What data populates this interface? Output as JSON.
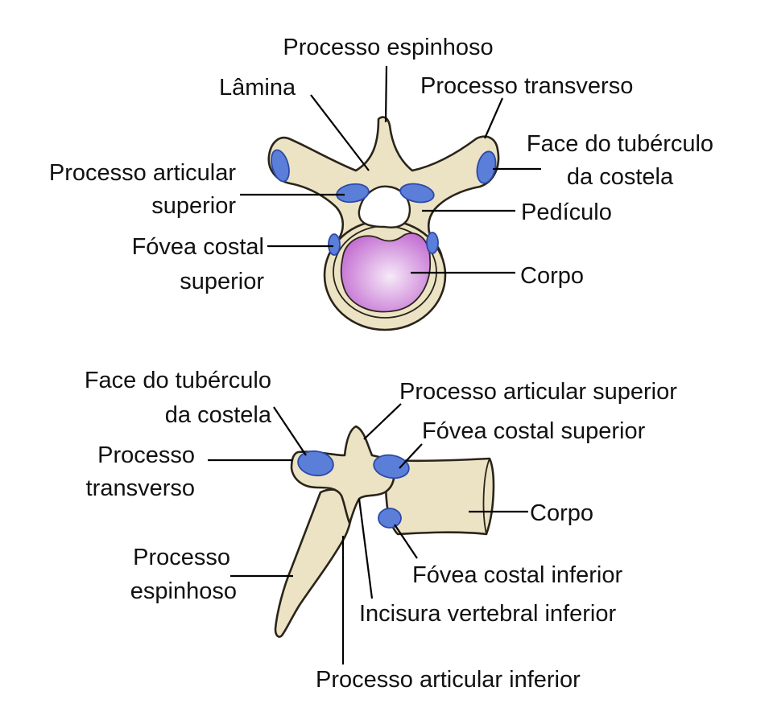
{
  "colors": {
    "bone": "#ece3c4",
    "outline": "#2a241a",
    "facet": "#5b7fd9",
    "disc": "#c46fd2",
    "disc_center": "#f6e9f8",
    "text": "#111111"
  },
  "top_view": {
    "labels": {
      "processo_espinhoso": "Processo espinhoso",
      "lamina": "Lâmina",
      "processo_transverso": "Processo transverso",
      "face_tuberculo_l1": "Face do tubérculo",
      "face_tuberculo_l2": "da costela",
      "processo_articular_l1": "Processo articular",
      "processo_articular_l2": "superior",
      "pediculo": "Pedículo",
      "fovea_l1": "Fóvea costal",
      "fovea_l2": "superior",
      "corpo": "Corpo"
    }
  },
  "side_view": {
    "labels": {
      "face_tuberculo_l1": "Face do tubérculo",
      "face_tuberculo_l2": "da costela",
      "processo_articular_superior": "Processo articular superior",
      "fovea_costal_superior": "Fóvea costal superior",
      "processo_transverso_l1": "Processo",
      "processo_transverso_l2": "transverso",
      "corpo": "Corpo",
      "processo_espinhoso_l1": "Processo",
      "processo_espinhoso_l2": "espinhoso",
      "fovea_costal_inferior": "Fóvea costal inferior",
      "incisura_vertebral_inferior": "Incisura vertebral inferior",
      "processo_articular_inferior": "Processo articular inferior"
    }
  }
}
